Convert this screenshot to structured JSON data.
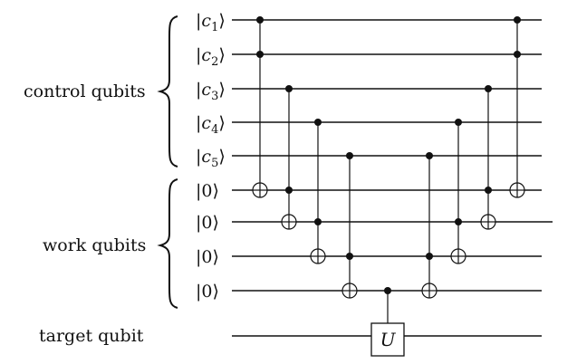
{
  "groups": [
    {
      "label": "control qubits"
    },
    {
      "label": "work qubits"
    },
    {
      "label": "target qubit"
    }
  ],
  "kets": [
    {
      "sym": "c",
      "sub": "1"
    },
    {
      "sym": "c",
      "sub": "2"
    },
    {
      "sym": "c",
      "sub": "3"
    },
    {
      "sym": "c",
      "sub": "4"
    },
    {
      "sym": "c",
      "sub": "5"
    },
    {
      "sym": "0",
      "sub": ""
    },
    {
      "sym": "0",
      "sub": ""
    },
    {
      "sym": "0",
      "sub": ""
    },
    {
      "sym": "0",
      "sub": ""
    }
  ],
  "gate_label": "U",
  "circuit": {
    "qubit_count": 10,
    "gates": [
      {
        "type": "toffoli",
        "controls": [
          0,
          1
        ],
        "target": 5
      },
      {
        "type": "toffoli",
        "controls": [
          2,
          5
        ],
        "target": 6
      },
      {
        "type": "toffoli",
        "controls": [
          3,
          6
        ],
        "target": 7
      },
      {
        "type": "toffoli",
        "controls": [
          4,
          7
        ],
        "target": 8
      },
      {
        "type": "controlled-U",
        "controls": [
          8
        ],
        "target": 9
      },
      {
        "type": "toffoli",
        "controls": [
          4,
          7
        ],
        "target": 8
      },
      {
        "type": "toffoli",
        "controls": [
          3,
          6
        ],
        "target": 7
      },
      {
        "type": "toffoli",
        "controls": [
          2,
          5
        ],
        "target": 6
      },
      {
        "type": "toffoli",
        "controls": [
          0,
          1
        ],
        "target": 5
      }
    ]
  }
}
